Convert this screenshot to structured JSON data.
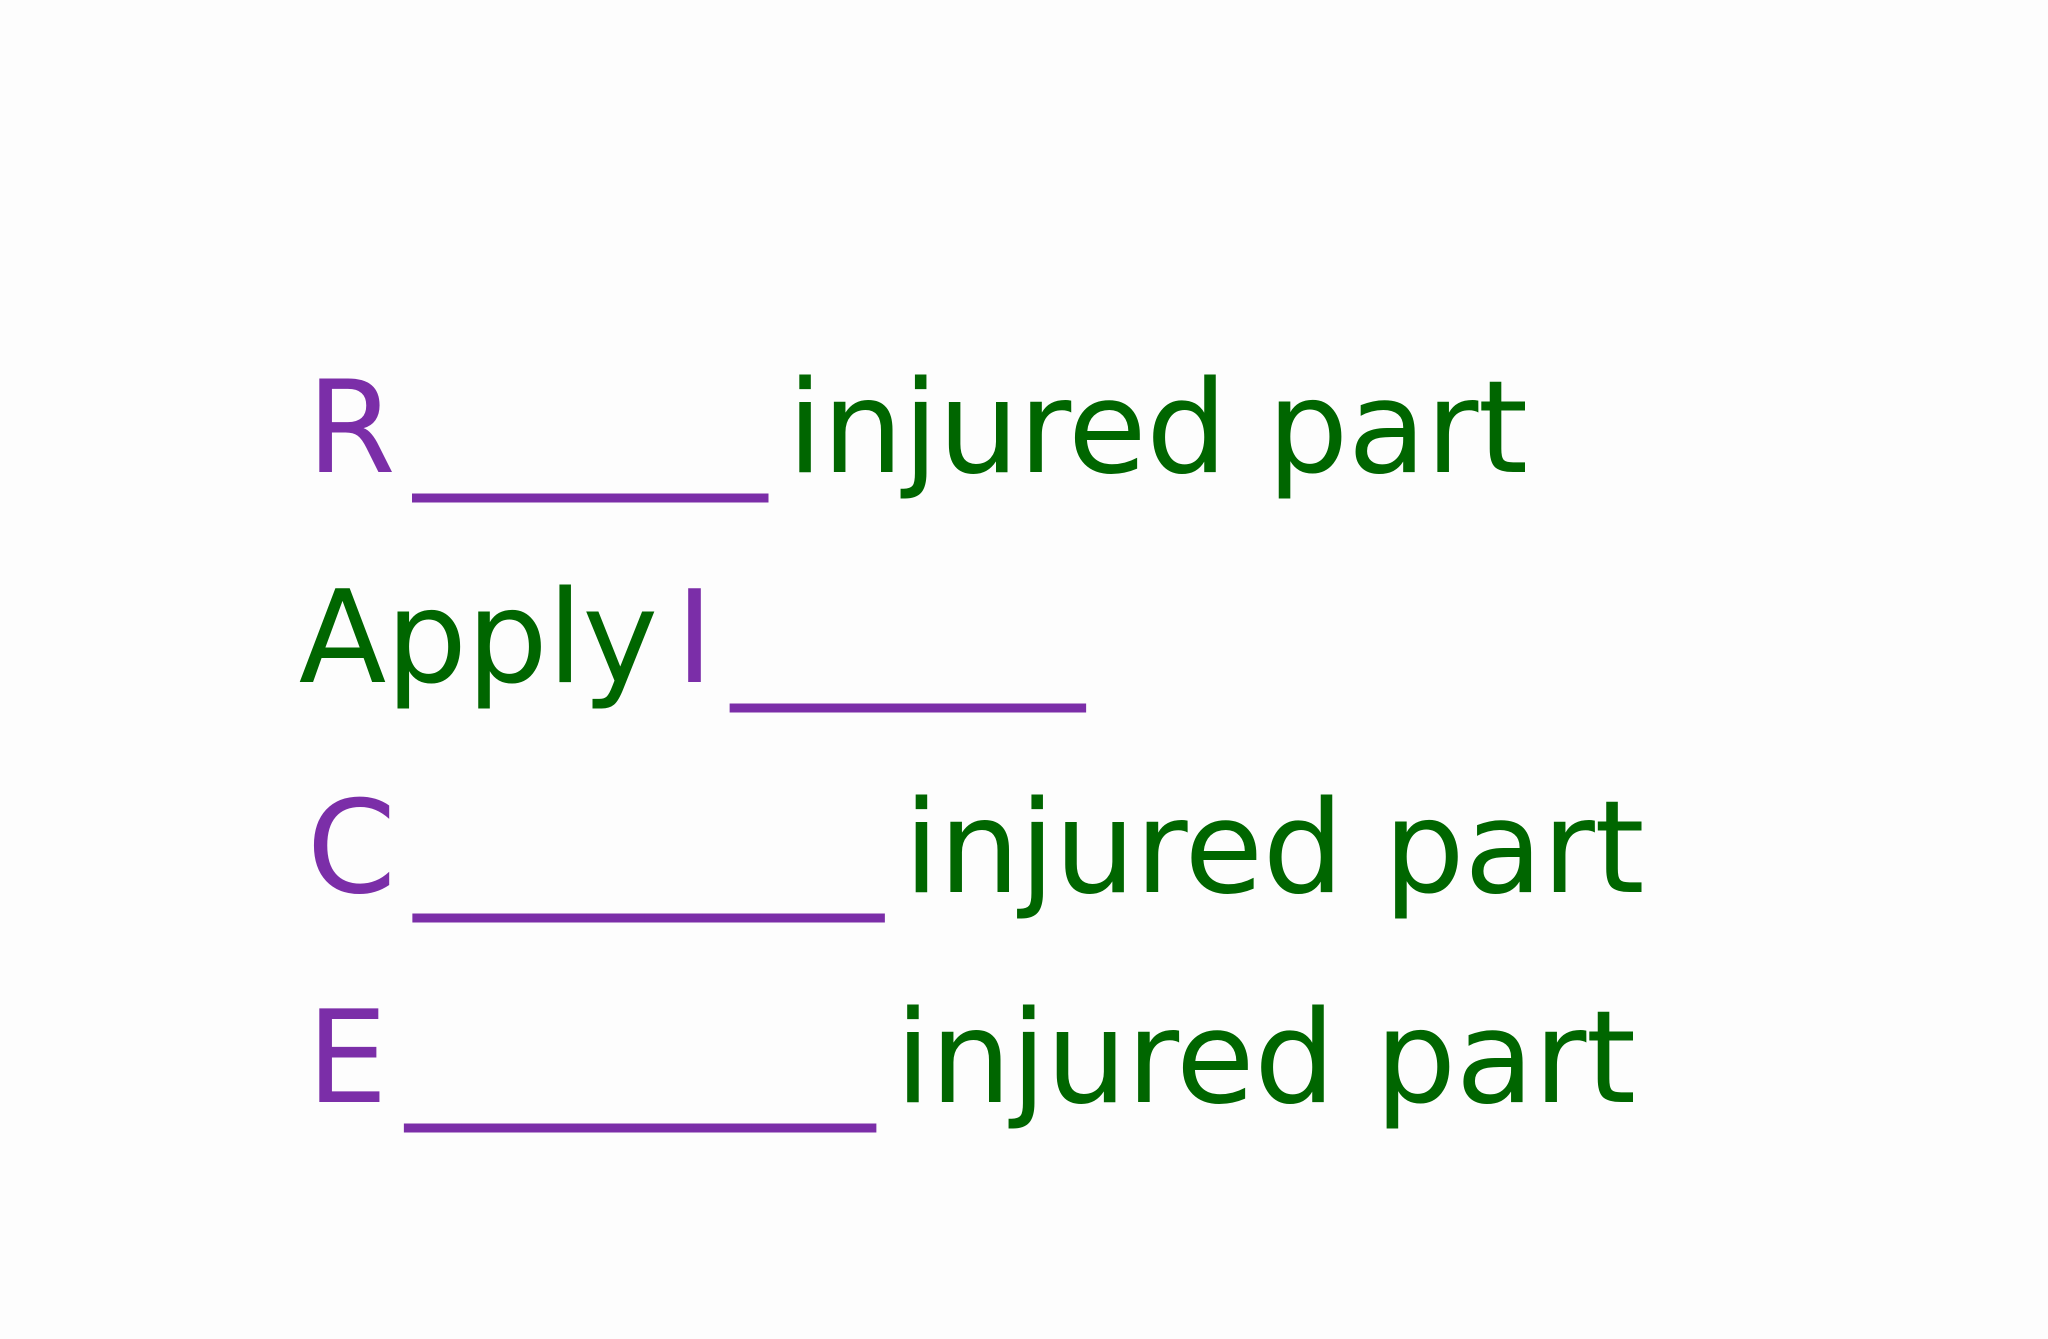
{
  "document": {
    "title": "RICE first aid fill-in-the-blank",
    "background_color": "#FDFDFD",
    "accent_purple": "#7B2EA8",
    "accent_green": "#006600"
  },
  "lines": [
    {
      "id": "line-rest",
      "letter": "R",
      "letter_color": "#7B2EA8",
      "blank": "______",
      "blank_color": "#7B2EA8",
      "trailing_text": "injured part",
      "trailing_color": "#006600",
      "leading_text": ""
    },
    {
      "id": "line-ice",
      "letter": "I",
      "letter_color": "#7B2EA8",
      "blank": "______",
      "blank_color": "#7B2EA8",
      "trailing_text": "",
      "trailing_color": "#006600",
      "leading_text": "Apply"
    },
    {
      "id": "line-compress",
      "letter": "C",
      "letter_color": "#7B2EA8",
      "blank": "________",
      "blank_color": "#7B2EA8",
      "trailing_text": "injured part",
      "trailing_color": "#006600",
      "leading_text": ""
    },
    {
      "id": "line-elevate",
      "letter": "E",
      "letter_color": "#7B2EA8",
      "blank": "________",
      "blank_color": "#7B2EA8",
      "trailing_text": "injured part",
      "trailing_color": "#006600",
      "leading_text": ""
    }
  ]
}
